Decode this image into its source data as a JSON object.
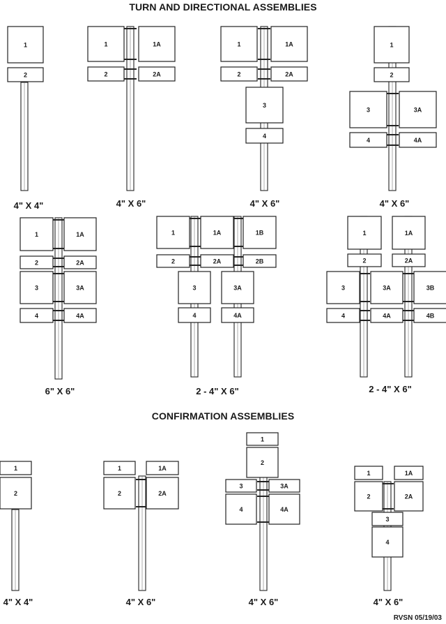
{
  "sections": {
    "turn_title": "TURN AND DIRECTIONAL ASSEMBLIES",
    "confirm_title": "CONFIRMATION ASSEMBLIES"
  },
  "assemblies": [
    {
      "caption": "4\" X 4\"",
      "panels": [
        "1",
        "2"
      ]
    },
    {
      "caption": "4\" X 6\"",
      "panels": [
        "1",
        "1A",
        "2",
        "2A"
      ]
    },
    {
      "caption": "4\" X 6\"",
      "panels": [
        "1",
        "1A",
        "2",
        "2A",
        "3",
        "4"
      ]
    },
    {
      "caption": "4\" X 6\"",
      "panels": [
        "1",
        "2",
        "3",
        "3A",
        "4",
        "4A"
      ]
    },
    {
      "caption": "6\" X 6\"",
      "panels": [
        "1",
        "1A",
        "2",
        "2A",
        "3",
        "3A",
        "4",
        "4A"
      ]
    },
    {
      "caption": "2 - 4\" X 6\"",
      "panels": [
        "1",
        "1A",
        "1B",
        "2",
        "2A",
        "2B",
        "3",
        "3A",
        "4",
        "4A"
      ]
    },
    {
      "caption": "2 - 4\" X 6\"",
      "panels": [
        "1",
        "1A",
        "2",
        "2A",
        "3",
        "3A",
        "3B",
        "4",
        "4A",
        "4B"
      ]
    },
    {
      "caption": "4\" X 4\"",
      "panels": [
        "1",
        "2"
      ]
    },
    {
      "caption": "4\" X 6\"",
      "panels": [
        "1",
        "1A",
        "2",
        "2A"
      ]
    },
    {
      "caption": "4\" X 6\"",
      "panels": [
        "1",
        "2",
        "3",
        "3A",
        "4",
        "4A"
      ]
    },
    {
      "caption": "4\" X 6\"",
      "panels": [
        "1",
        "1A",
        "2",
        "2A",
        "3",
        "4"
      ]
    }
  ],
  "revision": "RVSN 05/19/03"
}
